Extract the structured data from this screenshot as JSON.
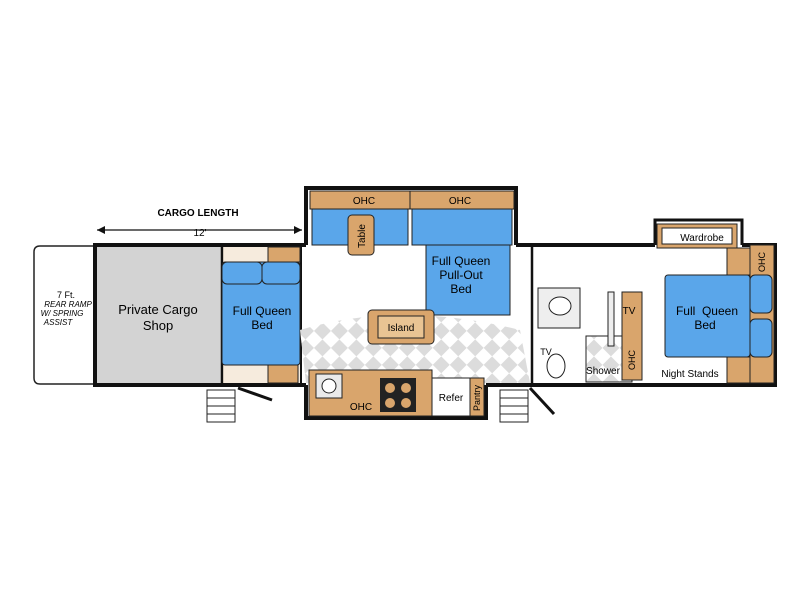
{
  "cargo": {
    "length_title": "CARGO LENGTH",
    "length_value": "12'",
    "ramp_height": "7 Ft.",
    "ramp_line1": "REAR RAMP",
    "ramp_line2": "W/ SPRING",
    "ramp_line3": "ASSIST",
    "shop_line1": "Private Cargo",
    "shop_line2": "Shop"
  },
  "front_bedroom": {
    "bed_line1": "Full Queen",
    "bed_line2": "Bed"
  },
  "living": {
    "ohc_left": "OHC",
    "ohc_right": "OHC",
    "table": "Table",
    "pullout_line1": "Full Queen",
    "pullout_line2": "Pull-Out",
    "pullout_line3": "Bed",
    "island": "Island"
  },
  "kitchen": {
    "ohc": "OHC",
    "refer": "Refer",
    "pantry": "Pantry"
  },
  "bath": {
    "tv": "TV",
    "shower": "Shower",
    "ohc": "OHC"
  },
  "master": {
    "wardrobe": "Wardrobe",
    "ohc": "OHC",
    "tv": "TV",
    "bed_line1": "Full  Queen",
    "bed_line2": "Bed",
    "night_stands": "Night Stands"
  },
  "colors": {
    "bed_blue": "#5aa6ea",
    "cabinet_tan": "#d9a56c",
    "cargo_gray": "#d3d3d3",
    "floor_checker": "#dcdcdc",
    "wall": "#111111"
  }
}
